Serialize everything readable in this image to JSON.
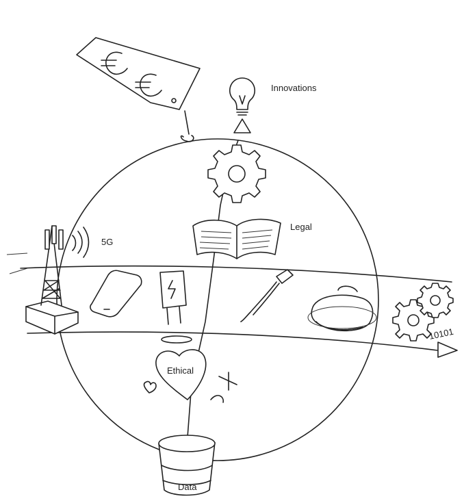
{
  "labels": {
    "innovations": "Innovations",
    "legal": "Legal",
    "fiveg": "5G",
    "ethical": "Ethical",
    "data": "Data",
    "binary": "10101"
  },
  "icons": [
    "price-tag-icon",
    "euro-icon",
    "lightbulb-icon",
    "arrow-up-icon",
    "gear-icon",
    "open-book-icon",
    "cell-tower-icon",
    "smartphone-icon",
    "power-adapter-icon",
    "cable-icon",
    "vr-headset-icon",
    "heart-icon",
    "cross-icon",
    "database-icon",
    "gears-icon",
    "arrow-right-icon"
  ],
  "colors": {
    "ink": "#222222",
    "background": "#ffffff"
  }
}
